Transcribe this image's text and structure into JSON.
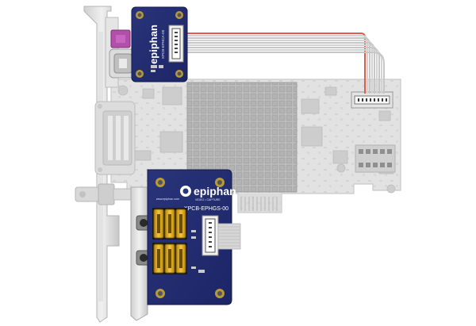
{
  "top_module": {
    "brand": "epiphan",
    "model_code": "XPCB-EPHCA-00"
  },
  "bottom_module": {
    "brand": "epiphan",
    "tagline": "VIDEO • CAPTURE",
    "url": "www.epiphan.com",
    "model_code": "XPCB-EPHGS-00"
  }
}
